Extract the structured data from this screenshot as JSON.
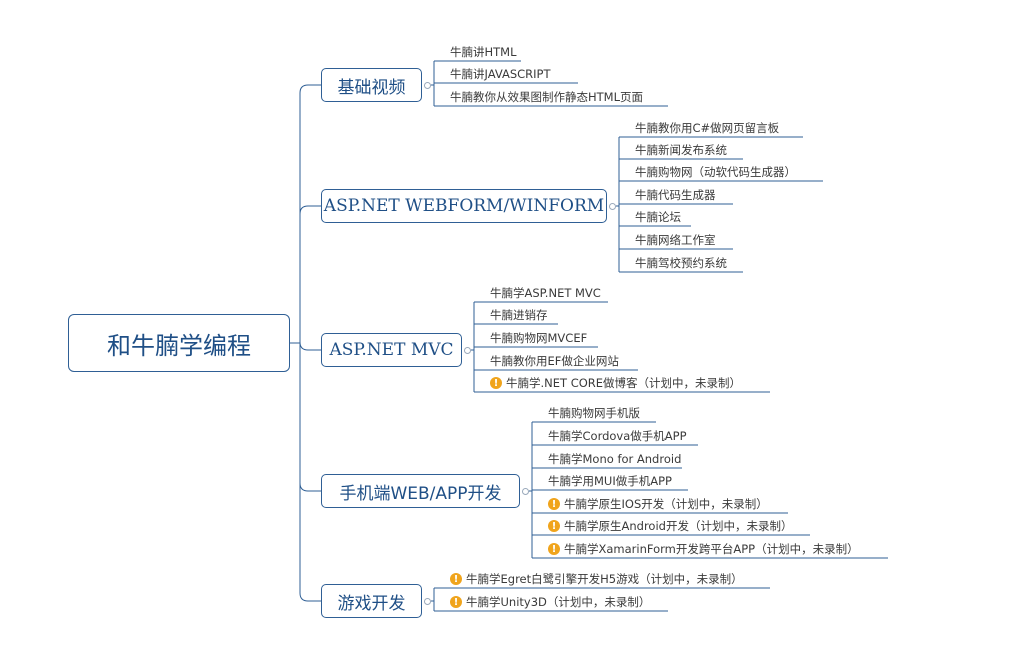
{
  "root": {
    "label": "和牛腩学编程"
  },
  "branches": [
    {
      "label": "基础视频",
      "leaves": [
        {
          "text": "牛腩讲HTML",
          "warn": false
        },
        {
          "text": "牛腩讲JAVASCRIPT",
          "warn": false
        },
        {
          "text": "牛腩教你从效果图制作静态HTML页面",
          "warn": false
        }
      ]
    },
    {
      "label": "ASP.NET WEBFORM/WINFORM",
      "leaves": [
        {
          "text": "牛腩教你用C#做网页留言板",
          "warn": false
        },
        {
          "text": "牛腩新闻发布系统",
          "warn": false
        },
        {
          "text": "牛腩购物网（动软代码生成器）",
          "warn": false
        },
        {
          "text": "牛腩代码生成器",
          "warn": false
        },
        {
          "text": "牛腩论坛",
          "warn": false
        },
        {
          "text": "牛腩网络工作室",
          "warn": false
        },
        {
          "text": "牛腩驾校预约系统",
          "warn": false
        }
      ]
    },
    {
      "label": "ASP.NET MVC",
      "leaves": [
        {
          "text": "牛腩学ASP.NET MVC",
          "warn": false
        },
        {
          "text": "牛腩进销存",
          "warn": false
        },
        {
          "text": "牛腩购物网MVCEF",
          "warn": false
        },
        {
          "text": "牛腩教你用EF做企业网站",
          "warn": false
        },
        {
          "text": "牛腩学.NET CORE做博客（计划中，未录制）",
          "warn": true
        }
      ]
    },
    {
      "label": "手机端WEB/APP开发",
      "leaves": [
        {
          "text": "牛腩购物网手机版",
          "warn": false
        },
        {
          "text": "牛腩学Cordova做手机APP",
          "warn": false
        },
        {
          "text": "牛腩学Mono for Android",
          "warn": false
        },
        {
          "text": "牛腩学用MUI做手机APP",
          "warn": false
        },
        {
          "text": "牛腩学原生IOS开发（计划中，未录制）",
          "warn": true
        },
        {
          "text": "牛腩学原生Android开发（计划中，未录制）",
          "warn": true
        },
        {
          "text": "牛腩学XamarinForm开发跨平台APP（计划中，未录制）",
          "warn": true
        }
      ]
    },
    {
      "label": "游戏开发",
      "leaves": [
        {
          "text": "牛腩学Egret白鹭引擎开发H5游戏（计划中，未录制）",
          "warn": true
        },
        {
          "text": "牛腩学Unity3D（计划中，未录制）",
          "warn": true
        }
      ]
    }
  ],
  "colors": {
    "line": "#2f5f95",
    "node_text": "#1f4f86",
    "leaf_text": "#3a3a3a",
    "warn": "#f0a41c"
  },
  "icons": {
    "warning": "exclamation-circle-icon",
    "collapse": "collapse-toggle-icon"
  }
}
